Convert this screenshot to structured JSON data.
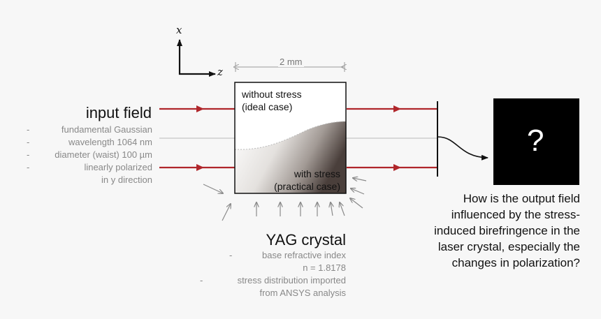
{
  "axes": {
    "vertical": "x",
    "horizontal": "z"
  },
  "dimension": "2 mm",
  "crystal": {
    "top_label": [
      "without stress",
      "(ideal case)"
    ],
    "bottom_label": [
      "with stress",
      "(practical case)"
    ]
  },
  "input_field": {
    "title": "input field",
    "bullets": [
      {
        "dash": "-",
        "text": "fundamental Gaussian"
      },
      {
        "dash": "-",
        "text": "wavelength 1064 nm"
      },
      {
        "dash": "-",
        "text": "diameter (waist) 100 µm"
      },
      {
        "dash": "-",
        "text": "linearly polarized"
      },
      {
        "dash": "",
        "text": "in y direction"
      }
    ]
  },
  "yag_crystal": {
    "title": "YAG crystal",
    "bullets": [
      {
        "dash": "-",
        "text": "base refractive index"
      },
      {
        "dash": "",
        "text": "n = 1.8178"
      },
      {
        "dash": "-",
        "text": "stress distribution imported"
      },
      {
        "dash": "",
        "text": "from ANSYS analysis"
      }
    ]
  },
  "detector_symbol": "?",
  "question": [
    "How is the output field",
    "influenced by the stress-",
    "induced birefringence in the",
    "laser crystal, especially the",
    "changes in polarization?"
  ],
  "colors": {
    "beam": "#b0262b",
    "arrow_gray": "#8a8a8a",
    "text": "#111111",
    "bullet_text": "#888888",
    "detector": "#000000"
  }
}
